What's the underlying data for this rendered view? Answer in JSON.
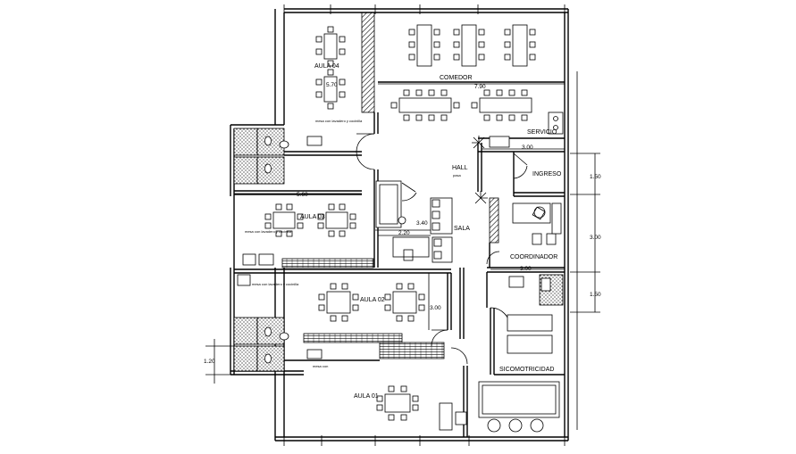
{
  "rooms": {
    "aula4": "AULA 04",
    "aula3": "AULA 03",
    "aula2": "AULA 02",
    "aula1": "AULA 01",
    "comedor": "COMEDOR",
    "servicio": "SERVICIO",
    "hall": "HALL",
    "hall_sub": "pasa",
    "ingreso": "INGRESO",
    "sala": "SALA",
    "coordinador": "COORDINADOR",
    "sicomotricidad": "SICOMOTRICIDAD"
  },
  "notes": {
    "lavadero1": "mesa con lavadero y cocinilla",
    "lavadero2": "mesa con lavadero y cocinilla",
    "lavadero3": "mesa con lavadero y cocinilla",
    "lavadero4": "mesa con"
  },
  "dimensions": {
    "d_570": "5.70",
    "d_790": "7.90",
    "d_300a": "3.00",
    "d_560": "5.60",
    "d_340": "3.40",
    "d_220": "2.20",
    "d_300b": "3.00",
    "d_300c": "3.00",
    "d_300d": "3.00",
    "d_150a": "1.50",
    "d_150b": "1.50",
    "d_120": "1.20"
  }
}
